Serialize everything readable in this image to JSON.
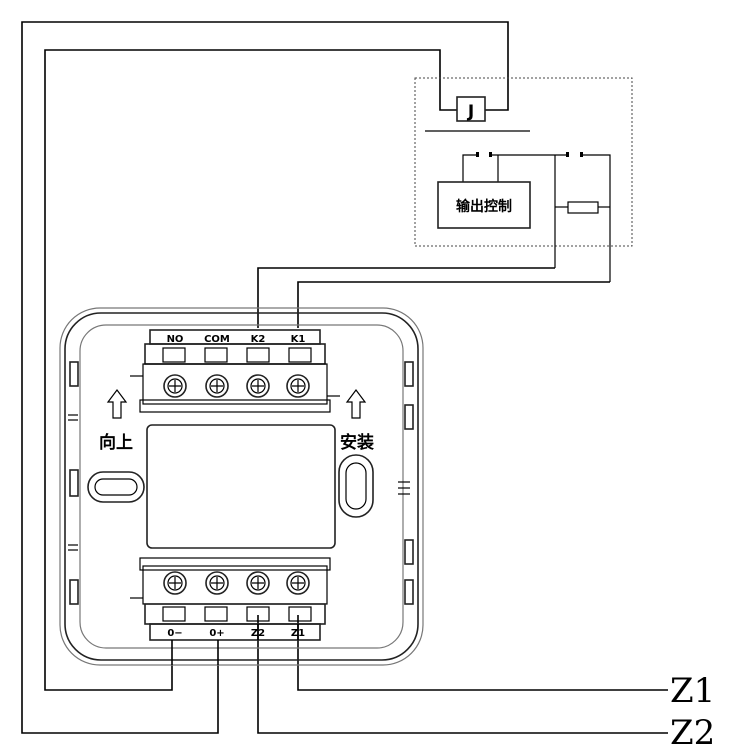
{
  "relay": {
    "coil_label": "J",
    "output_label": "输出控制"
  },
  "terminals": {
    "top": [
      "NO",
      "COM",
      "K2",
      "K1"
    ],
    "bottom": [
      "0−",
      "0+",
      "Z2",
      "Z1"
    ]
  },
  "labels": {
    "up": "向上",
    "install": "安装"
  },
  "lines": {
    "z1": "Z1",
    "z2": "Z2"
  }
}
